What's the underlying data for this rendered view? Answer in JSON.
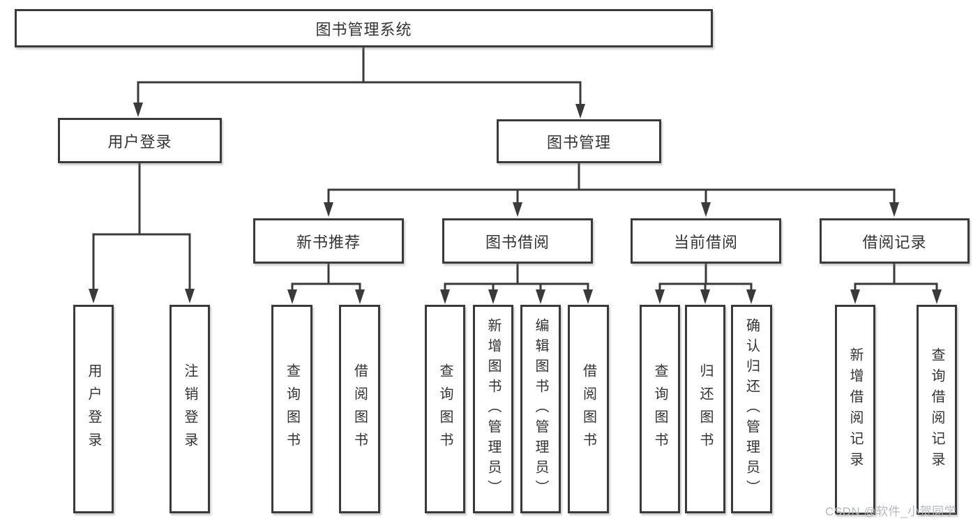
{
  "tree": {
    "root": "图书管理系统",
    "branches": [
      {
        "label": "用户登录",
        "children": [
          "用户登录",
          "注销登录"
        ]
      },
      {
        "label": "图书管理",
        "children": [
          {
            "label": "新书推荐",
            "children": [
              "查询图书",
              "借阅图书"
            ]
          },
          {
            "label": "图书借阅",
            "children": [
              "查询图书",
              "新增图书（管理员）",
              "编辑图书（管理员）",
              "借阅图书"
            ]
          },
          {
            "label": "当前借阅",
            "children": [
              "查询图书",
              "归还图书",
              "确认归还（管理员）"
            ]
          },
          {
            "label": "借阅记录",
            "children": [
              "新增借阅记录",
              "查询借阅记录"
            ]
          }
        ]
      }
    ]
  },
  "watermark": {
    "text": "CSDN @软件_小贺同学"
  },
  "colors": {
    "line": "#3a3a3a",
    "text": "#333333",
    "watermark": "#b5b8bc"
  }
}
